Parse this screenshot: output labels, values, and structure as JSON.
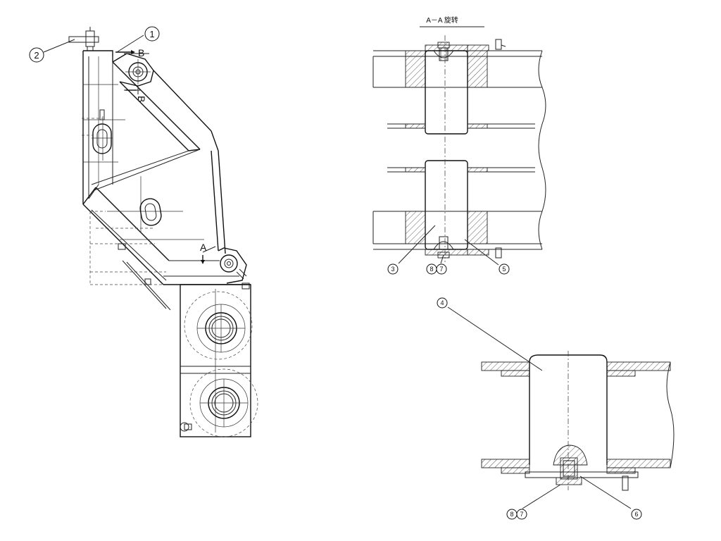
{
  "drawing": {
    "section_title": "A－A 旋转",
    "section_letters": {
      "a": "A",
      "b": "B",
      "b_rotated": "B"
    },
    "callouts": {
      "left_1": "1",
      "left_2": "2",
      "section_3": "3",
      "section_8": "8",
      "section_7": "7",
      "section_5": "5",
      "detail_4": "4",
      "detail_8": "8",
      "detail_7": "7",
      "detail_6": "6"
    }
  }
}
